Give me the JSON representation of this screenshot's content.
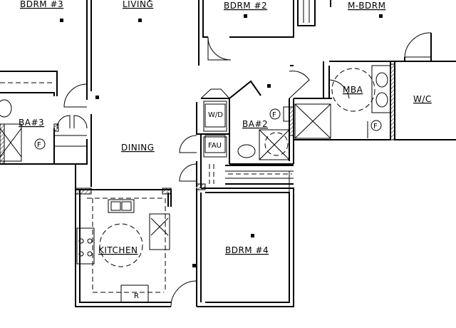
{
  "rooms": {
    "bdrm3": "BDRM #3",
    "living": "LIVING",
    "bdrm2": "BDRM #2",
    "mbdrm": "M-BDRM",
    "ba3": "BA#3",
    "dining": "DINING",
    "ba2": "BA#2",
    "mba": "MBA",
    "wc": "W/C",
    "kitchen": "KITCHEN",
    "bdrm4": "BDRM #4"
  },
  "fixtures": {
    "washer_dryer": "W/D",
    "furnace": "FAU",
    "fan": "F",
    "refrigerator": "R"
  }
}
